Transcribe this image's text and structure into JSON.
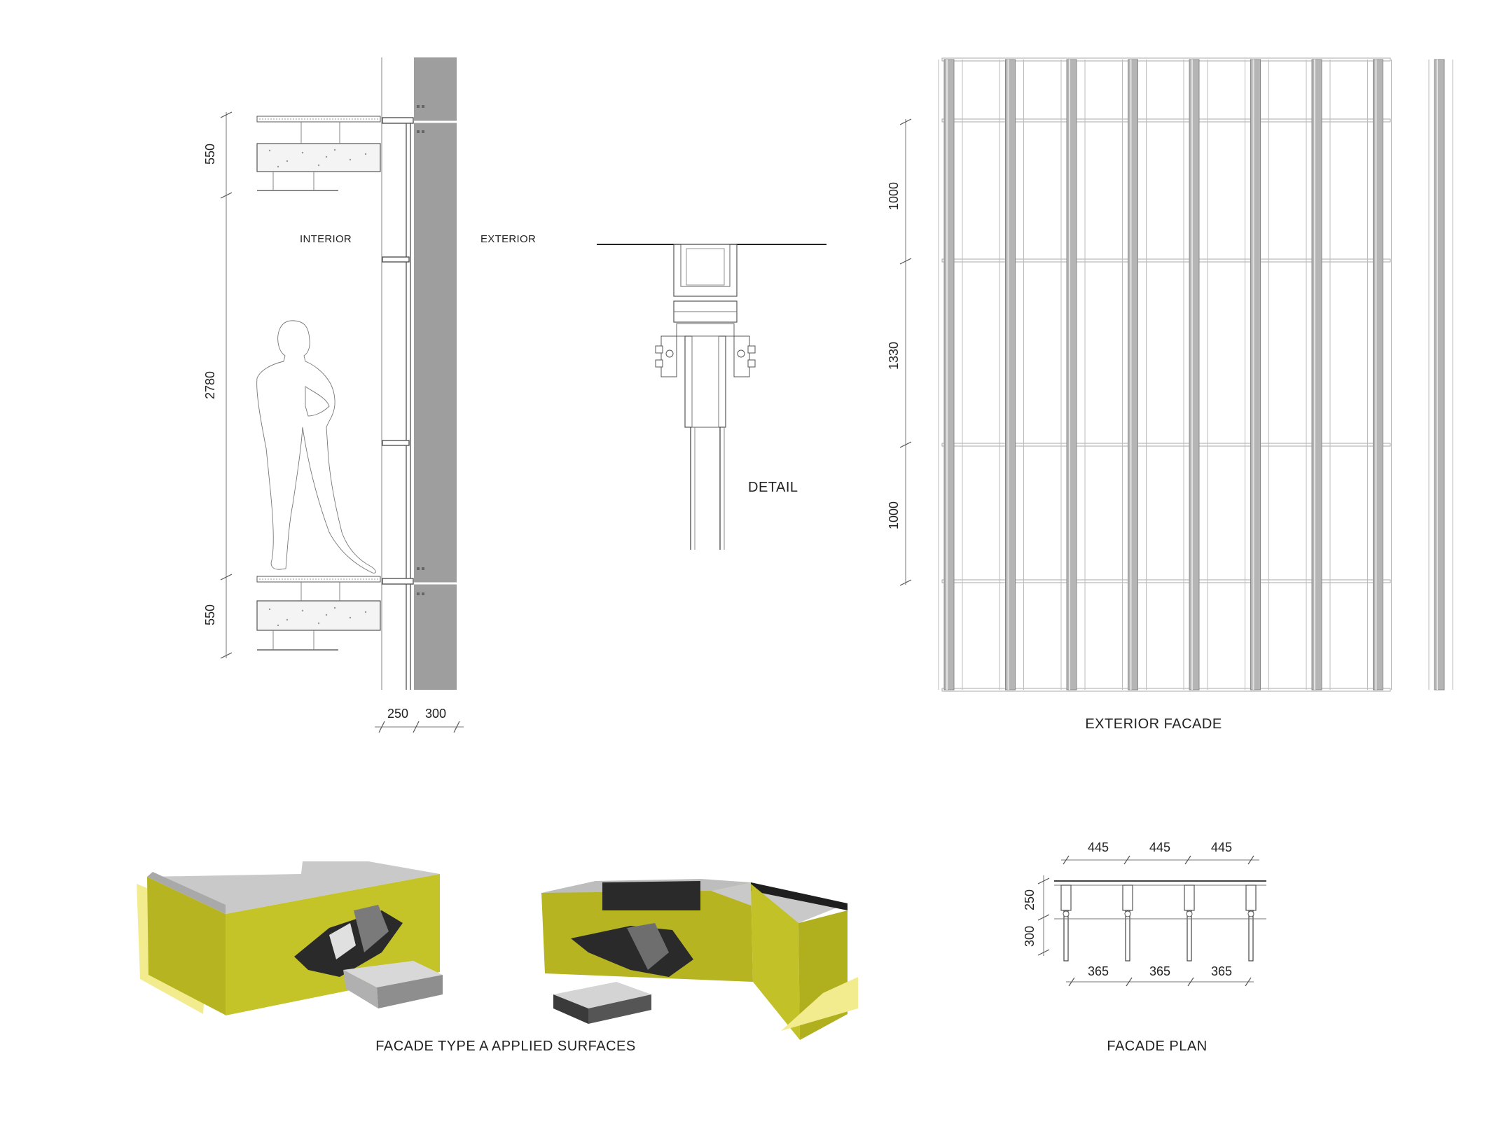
{
  "labels": {
    "interior": "INTERIOR",
    "exterior": "EXTERIOR",
    "detail": "DETAIL",
    "exterior_facade": "EXTERIOR FACADE",
    "applied_surfaces": "FACADE TYPE A APPLIED SURFACES",
    "facade_plan": "FACADE PLAN"
  },
  "section_dims": {
    "upper_slab": "550",
    "floor_height": "2780",
    "lower_slab": "550",
    "depth_a": "250",
    "depth_b": "300"
  },
  "elevation_dims": {
    "top": "1000",
    "middle": "1330",
    "bottom": "1000"
  },
  "plan_dims": {
    "top": [
      "445",
      "445",
      "445"
    ],
    "bottom": [
      "365",
      "365",
      "365"
    ],
    "side_a": "250",
    "side_b": "300"
  },
  "colors": {
    "panel_gray": "#9e9e9e",
    "render_yellow": "#b6b521",
    "render_yellow_light": "#f3ec8e",
    "render_top": "#c9c9c9",
    "render_dark": "#2a2a2a"
  }
}
